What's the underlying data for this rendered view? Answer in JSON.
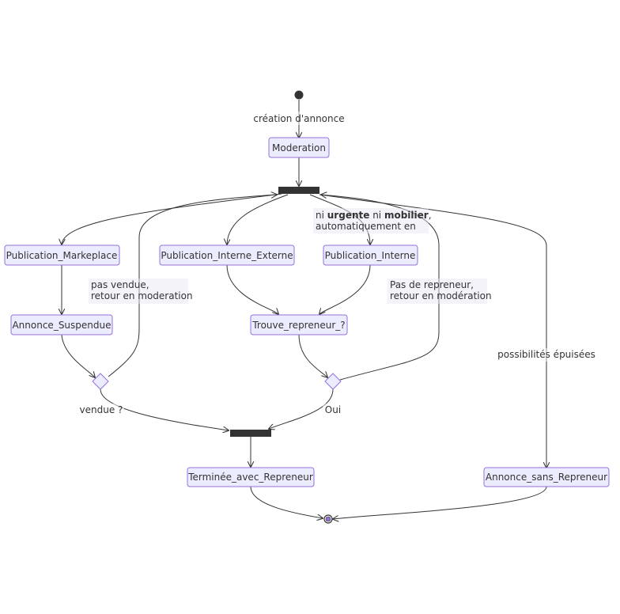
{
  "diagram": {
    "states": {
      "moderation": "Moderation",
      "publication_markeplace": "Publication_Markeplace",
      "publication_interne_externe": "Publication_Interne_Externe",
      "publication_interne": "Publication_Interne",
      "annonce_suspendue": "Annonce_Suspendue",
      "trouve_repreneur": "Trouve_repreneur_?",
      "terminee_avec_repreneur": "Terminée_avec_Repreneur",
      "annonce_sans_repreneur": "Annonce_sans_Repreneur"
    },
    "edge_labels": {
      "creation_annonce": "création d'annonce",
      "pas_vendue_line1": "pas vendue,",
      "pas_vendue_line2": "retour en moderation",
      "pas_repreneur_line1": "Pas de repreneur,",
      "pas_repreneur_line2": "retour en modération",
      "possibilites_epuisees": "possibilités épuisées",
      "vendue": "vendue ?",
      "oui": "Oui",
      "auto_ni1": "ni ",
      "auto_urgente": "urgente",
      "auto_ni2": " ni ",
      "auto_mobilier": "mobilier",
      "auto_comma": ",",
      "auto_line2": "automatiquement en"
    }
  }
}
